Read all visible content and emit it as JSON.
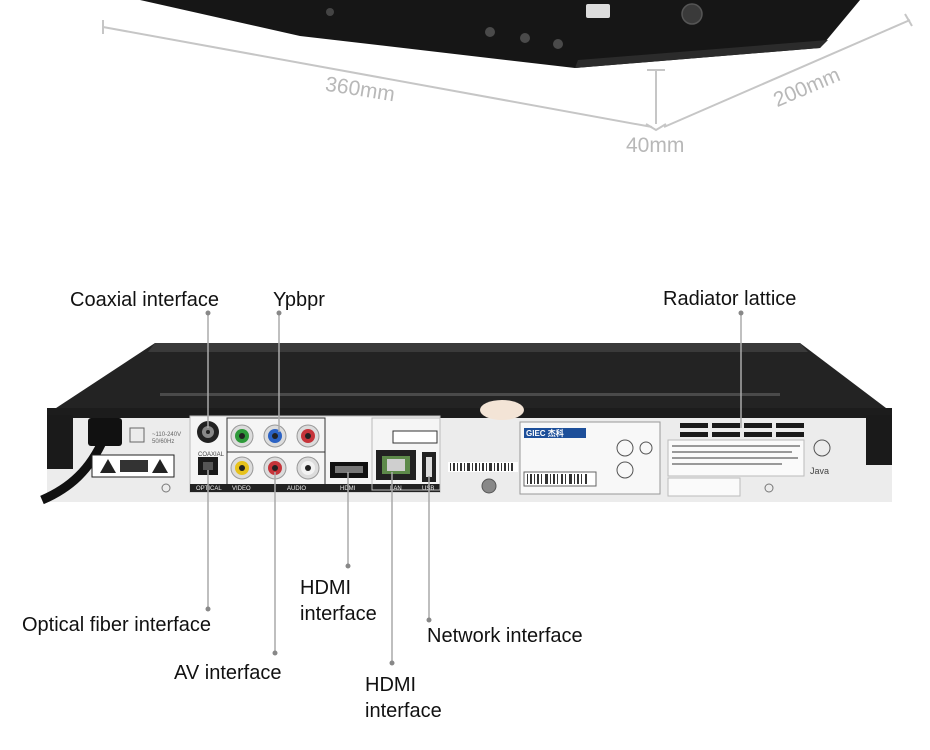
{
  "dimensions": {
    "length": "360mm",
    "depth": "200mm",
    "height": "40mm"
  },
  "panel": {
    "labels": {
      "coaxial_out": "COAXIAL",
      "optical_out": "OPTICAL",
      "video": "VIDEO",
      "audio": "AUDIO",
      "hdmi": "HDMI",
      "lan": "LAN",
      "usb": "USB",
      "brand": "GIEC 杰科",
      "java": "Java"
    }
  },
  "callouts": {
    "coaxial": "Coaxial interface",
    "ypbpr": "Ypbpr",
    "radiator": "Radiator lattice",
    "hdmi_1": "HDMI\ninterface",
    "optical": "Optical fiber interface",
    "network": "Network interface",
    "av": "AV interface",
    "hdmi_2": "HDMI\ninterface"
  }
}
